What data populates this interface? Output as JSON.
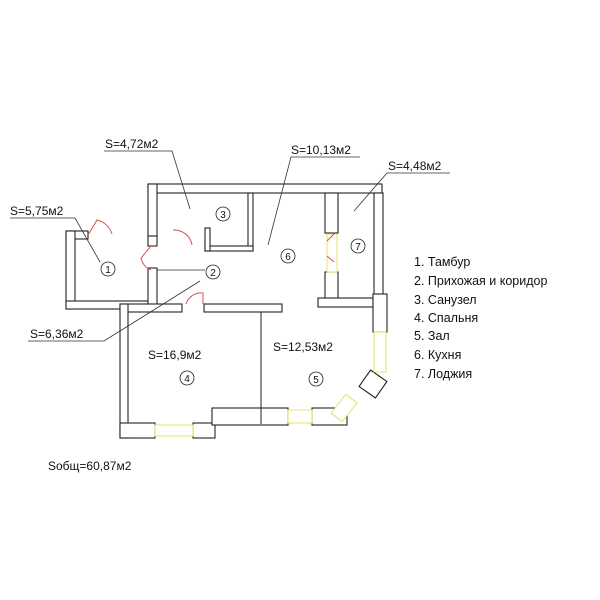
{
  "plan": {
    "areas": {
      "a1": "S=5,75м2",
      "a2": "S=6,36м2",
      "a3": "S=4,72м2",
      "a4": "S=16,9м2",
      "a5": "S=12,53м2",
      "a6": "S=10,13м2",
      "a7": "S=4,48м2"
    },
    "room_numbers": [
      "1",
      "2",
      "3",
      "4",
      "5",
      "6",
      "7"
    ],
    "total": "Sобщ=60,87м2",
    "legend": [
      "1. Тамбур",
      "2. Прихожая и коридор",
      "3. Санузел",
      "4. Спальня",
      "5. Зал",
      "6. Кухня",
      "7. Лоджия"
    ],
    "colors": {
      "walls": "#222222",
      "doors": "#d9544f",
      "windows": "#e8e06a"
    }
  }
}
